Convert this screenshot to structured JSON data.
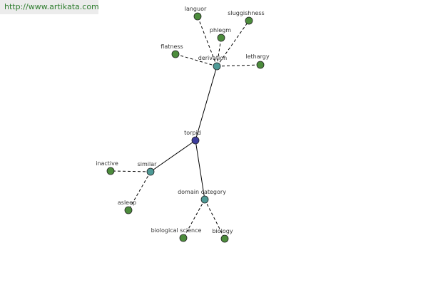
{
  "watermark": {
    "text": "http://www.artikata.com"
  },
  "colors": {
    "center_node": "#3d3d9e",
    "hub_node": "#4e9a96",
    "leaf_node": "#4c8c3c",
    "edge": "#000000"
  },
  "graph": {
    "center": "torpid",
    "nodes": [
      {
        "id": "torpid",
        "label": "torpid",
        "kind": "center"
      },
      {
        "id": "derivation",
        "label": "derivation",
        "kind": "hub"
      },
      {
        "id": "similar",
        "label": "similar",
        "kind": "hub"
      },
      {
        "id": "domain_category",
        "label": "domain category",
        "kind": "hub"
      },
      {
        "id": "languor",
        "label": "languor",
        "kind": "leaf"
      },
      {
        "id": "sluggishness",
        "label": "sluggishness",
        "kind": "leaf"
      },
      {
        "id": "phlegm",
        "label": "phlegm",
        "kind": "leaf"
      },
      {
        "id": "flatness",
        "label": "flatness",
        "kind": "leaf"
      },
      {
        "id": "lethargy",
        "label": "lethargy",
        "kind": "leaf"
      },
      {
        "id": "inactive",
        "label": "inactive",
        "kind": "leaf"
      },
      {
        "id": "asleep",
        "label": "asleep",
        "kind": "leaf"
      },
      {
        "id": "biological_science",
        "label": "biological science",
        "kind": "leaf"
      },
      {
        "id": "biology",
        "label": "biology",
        "kind": "leaf"
      }
    ],
    "edges": [
      {
        "from": "torpid",
        "to": "derivation",
        "style": "solid"
      },
      {
        "from": "torpid",
        "to": "similar",
        "style": "solid"
      },
      {
        "from": "torpid",
        "to": "domain_category",
        "style": "solid"
      },
      {
        "from": "derivation",
        "to": "languor",
        "style": "dashed"
      },
      {
        "from": "derivation",
        "to": "sluggishness",
        "style": "dashed"
      },
      {
        "from": "derivation",
        "to": "phlegm",
        "style": "dashed"
      },
      {
        "from": "derivation",
        "to": "flatness",
        "style": "dashed"
      },
      {
        "from": "derivation",
        "to": "lethargy",
        "style": "dashed"
      },
      {
        "from": "similar",
        "to": "inactive",
        "style": "dashed"
      },
      {
        "from": "similar",
        "to": "asleep",
        "style": "dashed"
      },
      {
        "from": "domain_category",
        "to": "biological_science",
        "style": "dashed"
      },
      {
        "from": "domain_category",
        "to": "biology",
        "style": "dashed"
      }
    ]
  }
}
